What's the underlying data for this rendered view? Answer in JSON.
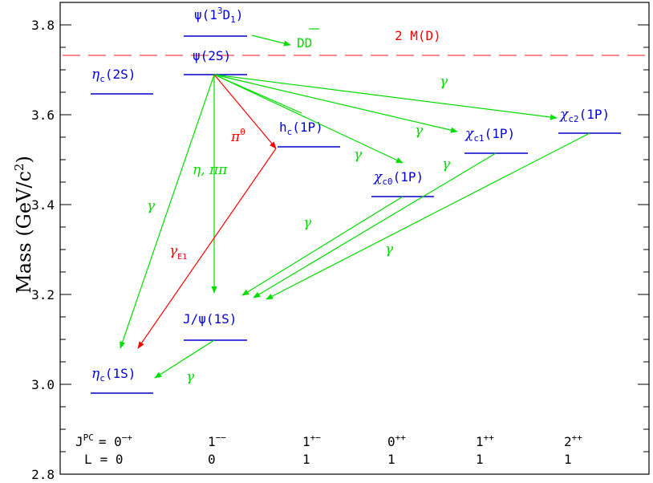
{
  "axis": {
    "ylabel_main": "Mass (GeV/c",
    "ylabel_sup": "2",
    "ylabel_close": ")",
    "yticks": [
      {
        "value": 2.8,
        "label": "2.8"
      },
      {
        "value": 3.0,
        "label": "3.0"
      },
      {
        "value": 3.2,
        "label": "3.2"
      },
      {
        "value": 3.4,
        "label": "3.4"
      },
      {
        "value": 3.6,
        "label": "3.6"
      },
      {
        "value": 3.8,
        "label": "3.8"
      }
    ],
    "ymin": 2.8,
    "ymax": 3.85
  },
  "threshold": {
    "label": "2 M(D)",
    "mass": 3.73,
    "color": "#ff0000"
  },
  "states": {
    "etac1s": {
      "name": "η",
      "sub": "c",
      "tail": "(1S)",
      "mass": 2.98
    },
    "jpsi": {
      "name": "J/ψ(1S)",
      "mass": 3.097
    },
    "etac2s": {
      "name": "η",
      "sub": "c",
      "tail": "(2S)",
      "mass": 3.64
    },
    "psi2s": {
      "name": "ψ(2S)",
      "mass": 3.686
    },
    "psi3770": {
      "name": "ψ(1",
      "sup": "3",
      "mid": "D",
      "sub": "1",
      "tail": ")",
      "mass": 3.773
    },
    "hc": {
      "name": "h",
      "sub": "c",
      "tail": "(1P)",
      "mass": 3.525
    },
    "chic0": {
      "name": "χ",
      "sub": "c0",
      "tail": "(1P)",
      "mass": 3.415
    },
    "chic1": {
      "name": "χ",
      "sub": "c1",
      "tail": "(1P)",
      "mass": 3.511
    },
    "chic2": {
      "name": "χ",
      "sub": "c2",
      "tail": "(1P)",
      "mass": 3.556
    }
  },
  "transitions": {
    "gamma": "γ",
    "pi0": "π",
    "pi0_sup": "0",
    "eta_pipi": "η,  ππ",
    "gammaE1": "γ",
    "gammaE1_sub": "E1",
    "ddbar": "DD"
  },
  "quantum_numbers": {
    "jpc_label": "J",
    "jpc_sup": "PC",
    "jpc_eq": "= 0",
    "jpc_eq_sup": "−+",
    "l_label": "L",
    "l_eq": "= 0",
    "columns": [
      {
        "j": "1",
        "pc": "−−",
        "l": "0"
      },
      {
        "j": "1",
        "pc": "+−",
        "l": "1"
      },
      {
        "j": "0",
        "pc": "++",
        "l": "1"
      },
      {
        "j": "1",
        "pc": "++",
        "l": "1"
      },
      {
        "j": "2",
        "pc": "++",
        "l": "1"
      }
    ]
  },
  "colors": {
    "state_label": "#0000dd",
    "level_line": "#0000cc",
    "gamma_arrow": "#00dd00",
    "red_arrow": "#ff0000",
    "axis": "#000000"
  }
}
